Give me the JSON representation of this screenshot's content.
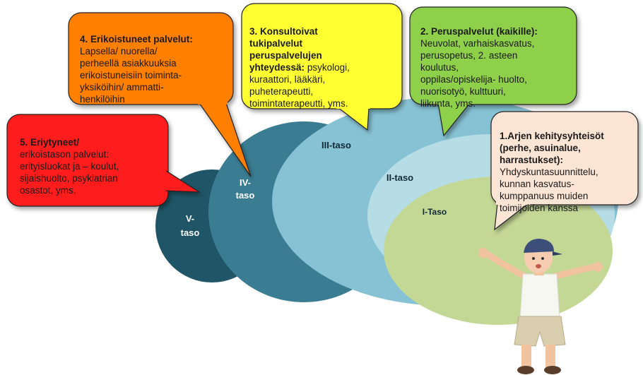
{
  "levels": [
    {
      "label": "V-\ntaso",
      "color": "#1f5566"
    },
    {
      "label": "IV-\ntaso",
      "color": "#3a7d93"
    },
    {
      "label": "III-taso",
      "color": "#86c2d3"
    },
    {
      "label": "II-taso",
      "color": "#b6dde6"
    },
    {
      "label": "I-Taso",
      "color": "#c4d896"
    }
  ],
  "callouts": {
    "level5": {
      "title": "5.  Eriytyneet/",
      "body": "erikoistason palvelut:\nerityisluokat ja – koulut,\nsijaishuolto, psykiatrian\nosastot, yms.",
      "color": "#ff1a1a"
    },
    "level4": {
      "title": "4. Erikoistuneet palvelut:",
      "body": "Lapsella/ nuorella/\nperheellä asiakkuuksia\nerikoistuneisiin toiminta-\nyksiköihin/ ammatti-\nhenkilöihin",
      "color": "#ff7f00"
    },
    "level3": {
      "title": "3. Konsultoivat\ntukipalvelut\nperuspalvelujen\nyhteydessä:",
      "body": "psykologi,\nkuraattori, lääkäri,\npuheterapeutti,\ntoimintaterapeutti, yms.",
      "color": "#ffff33"
    },
    "level2": {
      "title": "2. Peruspalvelut (kaikille):",
      "body": "Neuvolat, varhaiskasvatus,\nperusopetus, 2. asteen\nkoulutus,\noppilas/opiskelija- huolto,\nnuorisotyö, kulttuuri,\nliikunta, yms.",
      "color": "#8ed04a"
    },
    "level1": {
      "title": "1.Arjen kehitysyhteisöt\n(perhe, asuinalue,\nharrastukset):",
      "body": "Yhdyskuntasuunnittelu,\nkunnan kasvatus-\nkumppanuus muiden\ntoimijoiden kanssa",
      "color": "#fde5d6"
    }
  },
  "child_image": "child-arms-raised"
}
